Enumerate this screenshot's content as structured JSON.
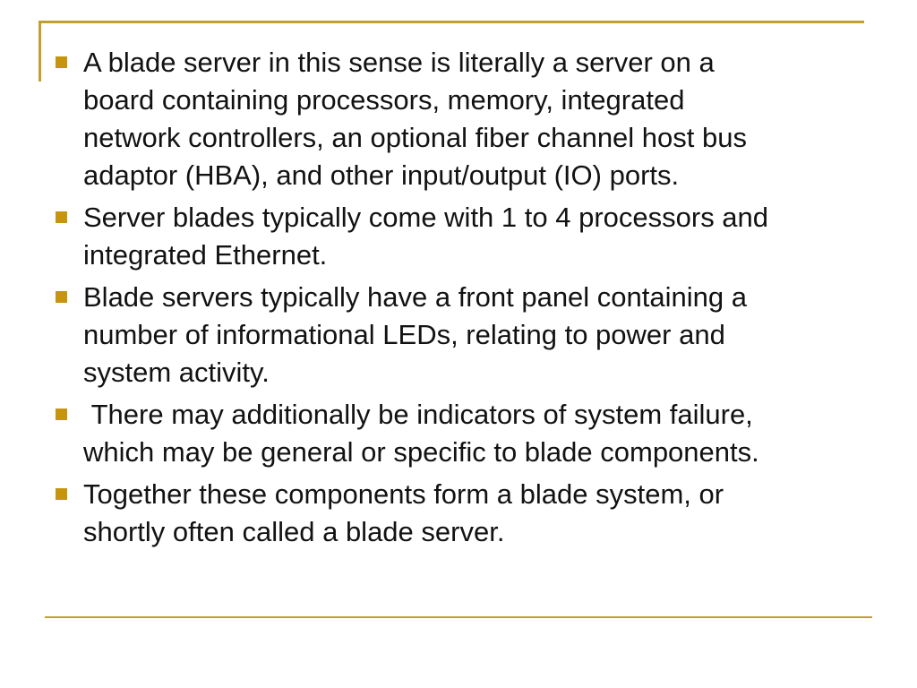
{
  "slide": {
    "background_color": "#ffffff",
    "accent": {
      "rule_color": "#C2A02E",
      "bullet_color": "#C7950D",
      "text_color": "#121212"
    },
    "bullets": [
      {
        "text": "A blade server in this sense is literally a server on a\nboard containing processors, memory, integrated\nnetwork controllers, an optional fiber channel host bus\nadaptor (HBA), and other input/output (IO) ports."
      },
      {
        "text": "Server blades typically come with 1 to 4 processors and\nintegrated Ethernet."
      },
      {
        "text": "Blade servers typically have a front panel containing a\nnumber of informational LEDs, relating to power and\nsystem activity."
      },
      {
        "text": " There may additionally be indicators of system failure,\nwhich may be general or specific to blade components."
      },
      {
        "text": "Together these components form a blade system, or\nshortly often called a blade server."
      }
    ]
  }
}
